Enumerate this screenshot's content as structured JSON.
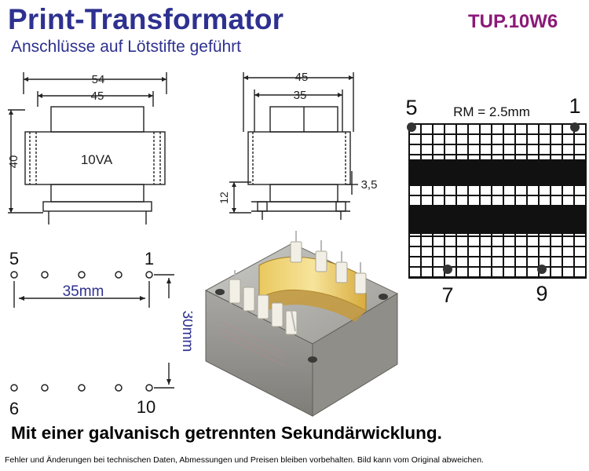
{
  "header": {
    "title": "Print-Transformator",
    "subtitle": "Anschlüsse auf Lötstifte geführt",
    "part_number": "TUP.10W6"
  },
  "front_view": {
    "width_outer": "54",
    "width_inner": "45",
    "height": "40",
    "label": "10VA"
  },
  "side_view": {
    "width_outer": "45",
    "width_inner": "35",
    "pin_height": "12",
    "pin_offset": "3,5"
  },
  "pin_grid": {
    "pitch_label": "RM = 2.5mm",
    "pin_top_left": "5",
    "pin_top_right": "1",
    "pin_bottom_left": "7",
    "pin_bottom_right": "9"
  },
  "pin_layout": {
    "pin_top_left": "5",
    "pin_top_right": "1",
    "pin_bottom_left": "6",
    "pin_bottom_right": "10",
    "horizontal_spacing": "35mm",
    "vertical_spacing": "30mm"
  },
  "footer": {
    "tagline": "Mit einer galvanisch getrennten Sekundärwicklung.",
    "disclaimer": "Fehler und Änderungen bei technischen Daten, Abmessungen und Preisen bleiben vorbehalten. Bild kann vom Original abweichen."
  }
}
